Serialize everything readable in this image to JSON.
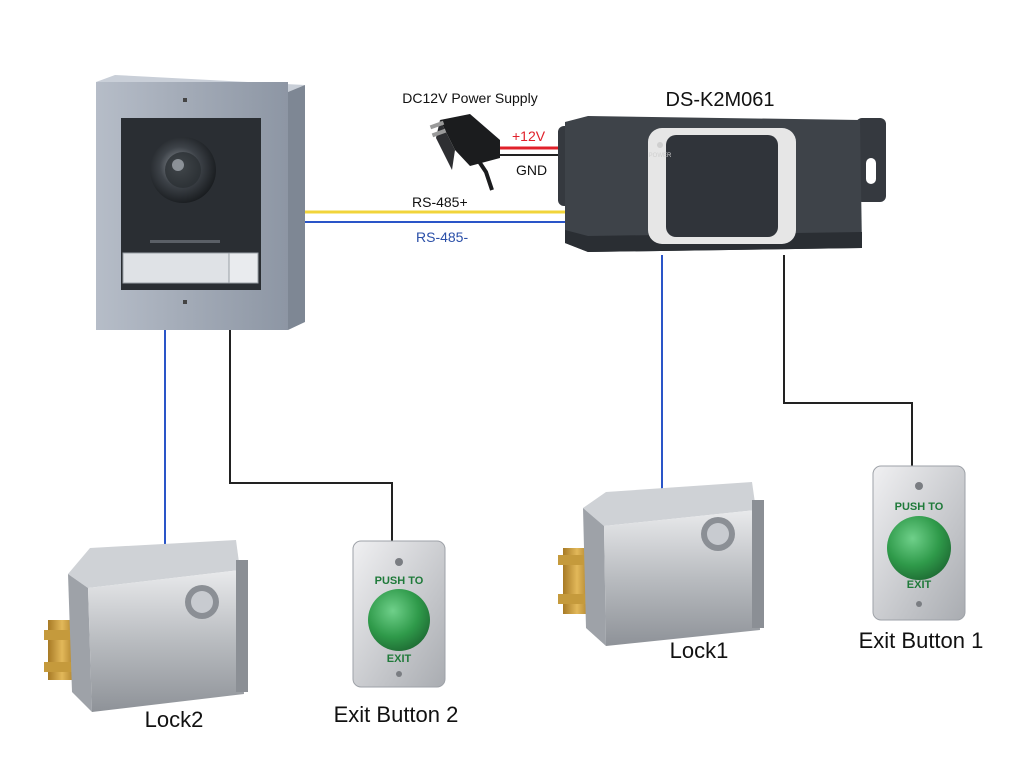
{
  "title": "DS-K2M061",
  "power_supply_label": "DC12V Power Supply",
  "wires": {
    "plus12v": "+12V",
    "gnd": "GND",
    "rs485_plus": "RS-485+",
    "rs485_minus": "RS-485-"
  },
  "module_power_text": "POWER",
  "devices": {
    "lock1": "Lock1",
    "lock2": "Lock2",
    "exit1": "Exit Button 1",
    "exit2": "Exit Button 2"
  },
  "button_face": {
    "top": "PUSH TO",
    "bottom": "EXIT"
  },
  "colors": {
    "red_wire": "#e0202a",
    "black_wire": "#222222",
    "yellow_wire": "#f1d43a",
    "blue_wire": "#2a55c8",
    "rs485_minus_text": "#2a4fa8",
    "button_green": "#2f9a4a"
  }
}
